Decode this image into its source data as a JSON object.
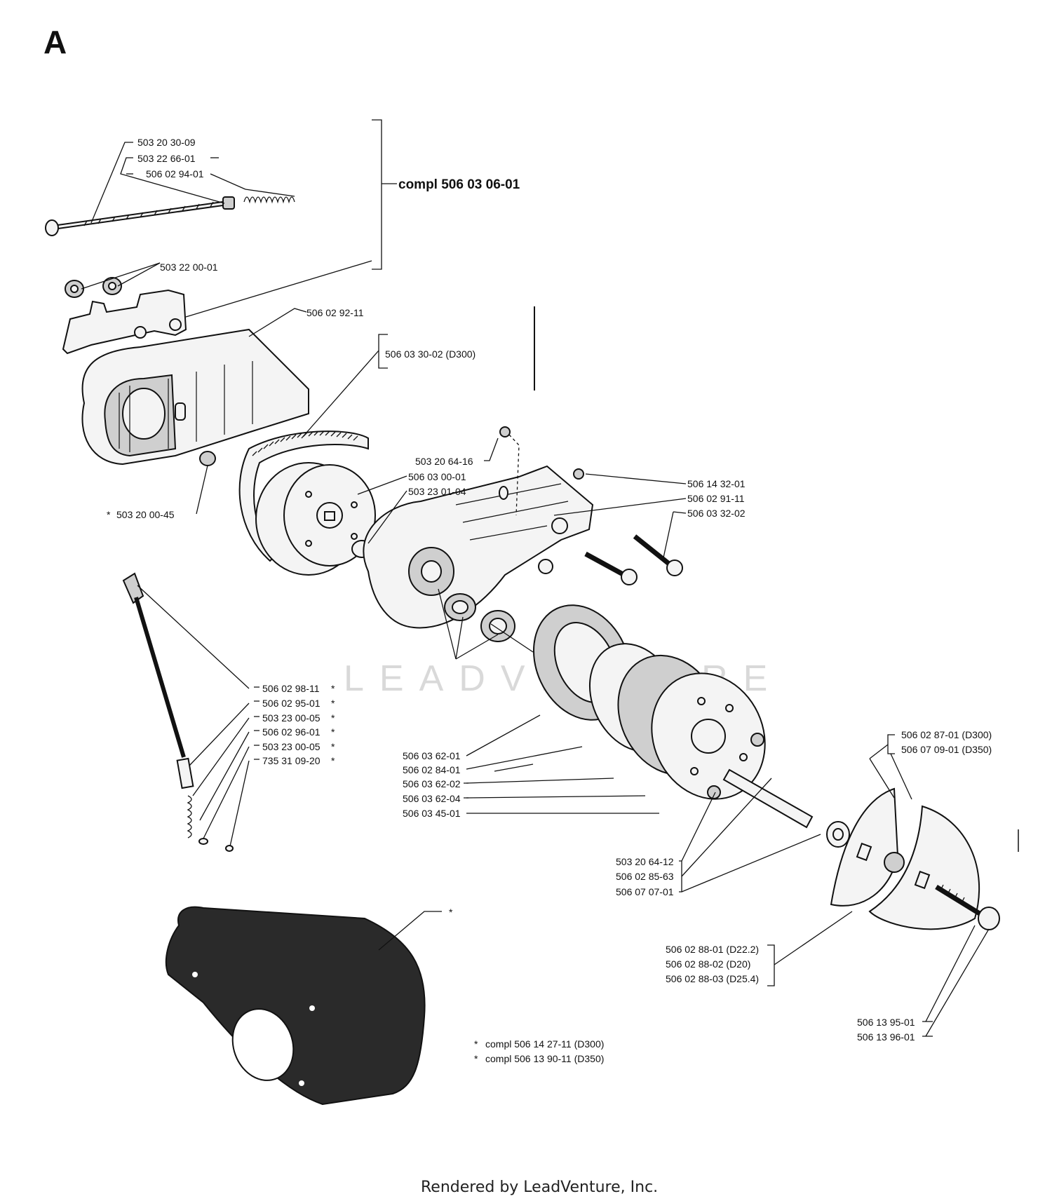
{
  "section_letter": "A",
  "assembly_label": "compl 506 03 06-01",
  "parts": {
    "p01": "503 20 30-09",
    "p02": "503 22 66-01",
    "p03": "506 02 94-01",
    "p04": "503 22 00-01",
    "p05": "506 02 92-11",
    "p06": "506 03 30-02 (D300)",
    "p07": "503 20 00-45",
    "p08": "503 20 64-16",
    "p09": "506 03 00-01",
    "p10": "503 23 01-04",
    "p11": "506 14 32-01",
    "p12": "506 02 91-11",
    "p13": "506 03 32-02",
    "p14": "506 02 98-11",
    "p15": "506 02 95-01",
    "p16": "503 23 00-05",
    "p17": "506 02 96-01",
    "p18": "503 23 00-05",
    "p19": "735 31 09-20",
    "p20": "506 03 62-01",
    "p21": "506 02 84-01",
    "p22": "506 03 62-02",
    "p23": "506 03 62-04",
    "p24": "506 03 45-01",
    "p25": "506 02 87-01 (D300)",
    "p26": "506 07 09-01 (D350)",
    "p27": "503 20 64-12",
    "p28": "506 02 85-63",
    "p29": "506 07 07-01",
    "p30": "506 02 88-01 (D22.2)",
    "p31": "506 02 88-02 (D20)",
    "p32": "506 02 88-03 (D25.4)",
    "p33": "506 13 95-01",
    "p34": "506 13 96-01"
  },
  "asterisk": "*",
  "kits": {
    "k1": "compl 506 14 27-11 (D300)",
    "k2": "compl 506 13 90-11 (D350)"
  },
  "watermark": "LEADVENTURE",
  "footer": "Rendered by LeadVenture, Inc."
}
